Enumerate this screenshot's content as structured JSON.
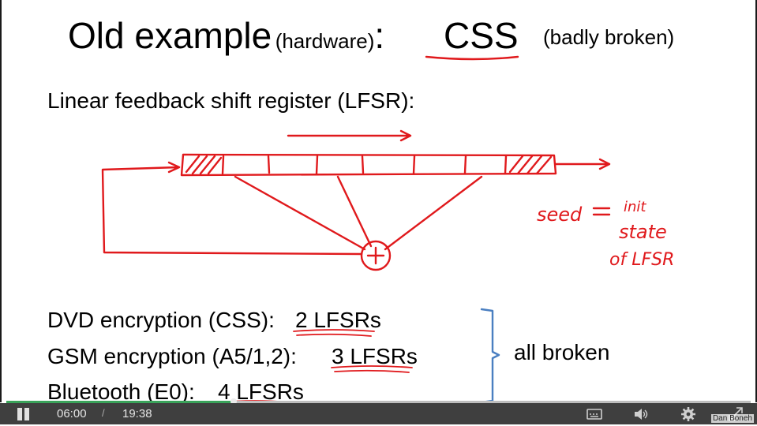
{
  "slide": {
    "title_main": "Old example",
    "title_hw": "(hardware)",
    "title_colon": ":",
    "title_css": "CSS",
    "title_broken": "(badly broken)",
    "lfsr_label": "Linear feedback shift register  (LFSR):",
    "annotation_xor": "+",
    "annotation_seed": "seed =",
    "annotation_init": "init",
    "annotation_state": "state",
    "annotation_of": "of LFSR",
    "lines": [
      {
        "text": "DVD encryption (CSS):",
        "count": "2 LFSRs"
      },
      {
        "text": "GSM encryption (A5/1,2):",
        "count": "3 LFSRs"
      },
      {
        "text": "Bluetooth (E0):",
        "count": "4 LFSRs"
      }
    ],
    "all_broken": "all broken",
    "ink_color": "#e0191c",
    "bracket_color": "#4a7fc1"
  },
  "player": {
    "current_time": "06:00",
    "separator": "/",
    "duration": "19:38",
    "progress": 0.3056,
    "progress_color": "#3aa35a",
    "icons": [
      "pause-icon",
      "captions-icon",
      "volume-icon",
      "gear-icon",
      "fullscreen-icon"
    ]
  },
  "watermark": "Dan Boneh"
}
